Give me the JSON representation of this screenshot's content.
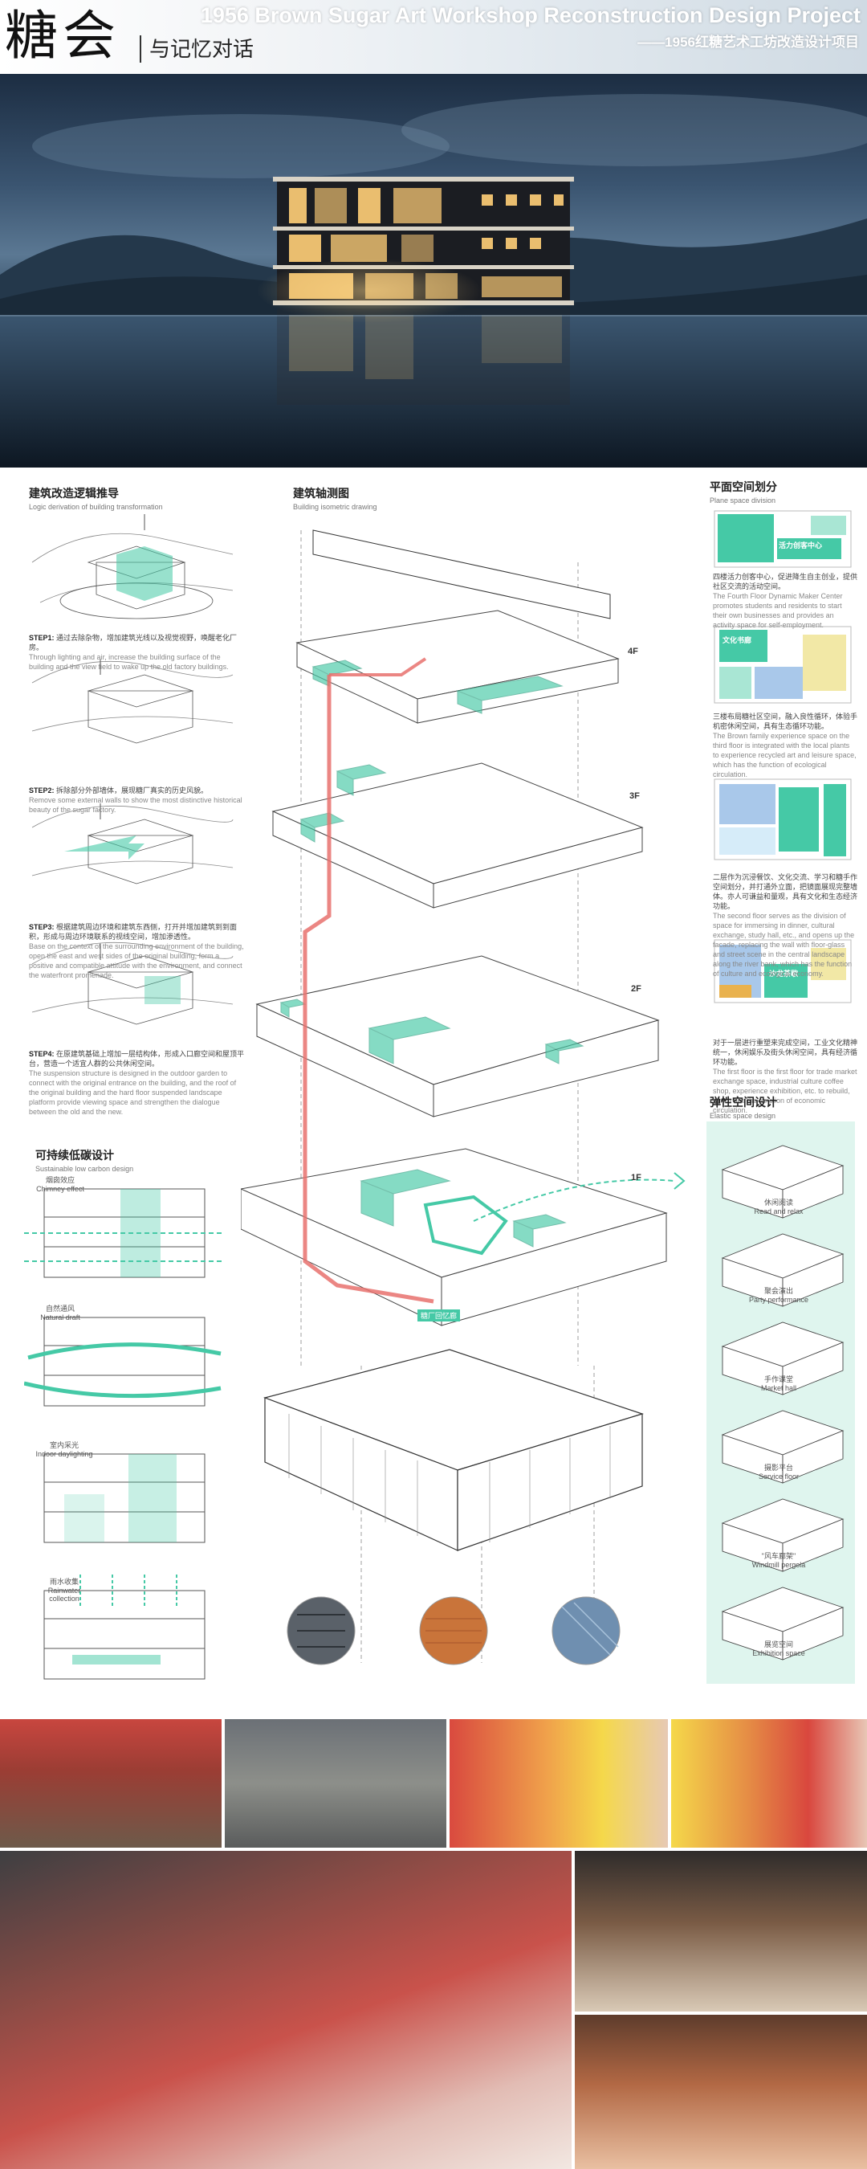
{
  "header": {
    "logo": "糖会",
    "subtitle": "与记忆对话",
    "title_en": "1956 Brown Sugar Art Workshop Reconstruction Design Project",
    "title_cn": "——1956红糖艺术工坊改造设计项目"
  },
  "left": {
    "logic_title": "建筑改造逻辑推导",
    "logic_title_en": "Logic derivation of building transformation",
    "steps": [
      {
        "label": "STEP1:",
        "text": "通过去除杂物，增加建筑光线以及视觉视野，唤醒老化厂房。",
        "en": "Through lighting and air, increase the building surface of the building and the view field to wake up the old factory buildings."
      },
      {
        "label": "STEP2:",
        "text": "拆除部分外部墙体，展现糖厂真实的历史风貌。",
        "en": "Remove some external walls to show the most distinctive historical beauty of the sugar factory."
      },
      {
        "label": "STEP3:",
        "text": "根据建筑周边环境和建筑东西侧，打开并增加建筑到到面积，形成与周边环境联系的视线空间，增加渗透性。",
        "en": "Base on the context of the surrounding environment of the building, open the east and west sides of the original building, form a positive and compatible attitude with the environment, and connect the waterfront promenade."
      },
      {
        "label": "STEP4:",
        "text": "在原建筑基础上增加一层结构体，形成入口廊空间和屋顶平台，营造一个适宜人群的公共休闲空间。",
        "en": "The suspension structure is designed in the outdoor garden to connect with the original entrance on the building, and the roof of the original building and the hard floor suspended landscape platform provide viewing space and strengthen the dialogue between the old and the new."
      }
    ],
    "lowcarbon_title": "可持续低碳设计",
    "lowcarbon_title_en": "Sustainable low carbon design",
    "lowcarbon": [
      {
        "label": "烟囱效应",
        "en": "Chimney effect"
      },
      {
        "label": "自然通风",
        "en": "Natural draft"
      },
      {
        "label": "室内采光",
        "en": "Indoor daylighting"
      },
      {
        "label": "雨水收集",
        "en": "Rainwater collection"
      }
    ]
  },
  "center": {
    "axon_title": "建筑轴测图",
    "axon_title_en": "Building isometric drawing",
    "floors": [
      "4F",
      "3F",
      "2F",
      "1F"
    ],
    "corridor_label": "糖厂回忆廊"
  },
  "right": {
    "plan_title": "平面空间划分",
    "plan_title_en": "Plane space division",
    "plans": [
      {
        "label_a": "活力创客中心",
        "text": "四楼活力创客中心，促进降生自主创业，提供社区交流的活动空间。",
        "en": "The Fourth Floor Dynamic Maker Center promotes students and residents to start their own businesses and provides an activity space for self-employment."
      },
      {
        "label_a": "文化书廊",
        "text": "三楼布局糖社区空间，融入良性循环，体验手机密休闲空间，具有生态循环功能。",
        "en": "The Brown family experience space on the third floor is integrated with the local plants to experience recycled art and leisure space, which has the function of ecological circulation."
      },
      {
        "label_a": "",
        "text": "二层作为沉浸餐饮、文化交流、学习和糖手作空间划分，并打通外立面，把镜面展现完整墙体。亦人可谦益和量观，具有文化和生态经济功能。",
        "en": "The second floor serves as the division of space for immersing in dinner, cultural exchange, study hall, etc., and opens up the facade, replacing the wall with floor-glass and street scene in the central landscape along the river bank, which has the function of culture and ecological economy."
      },
      {
        "label_a": "沙龙茶歇",
        "text": "对于一层进行重塑来完成空间，工业文化精神统一，休闲娱乐及街头休闲空间，具有经济循环功能。",
        "en": "The first floor is the first floor for trade market exchange space, industrial culture coffee shop, experience exhibition, etc. to rebuild, which has the function of economic circulation."
      }
    ],
    "elastic_title": "弹性空间设计",
    "elastic_title_en": "Elastic space design",
    "elastic": [
      {
        "label": "休闲阅读",
        "en": "Read and relax"
      },
      {
        "label": "聚会演出",
        "en": "Party performance"
      },
      {
        "label": "手作课堂",
        "en": "Market hall"
      },
      {
        "label": "摄影平台",
        "en": "Service floor"
      },
      {
        "label": "\"风车廊架\"",
        "en": "Windmill pergola"
      },
      {
        "label": "展览空间",
        "en": "Exhibition space"
      }
    ]
  },
  "colors": {
    "accent": "#45c9a6",
    "accent_light": "#a9e6d4",
    "corridor": "#e8716d",
    "line": "#555555"
  }
}
